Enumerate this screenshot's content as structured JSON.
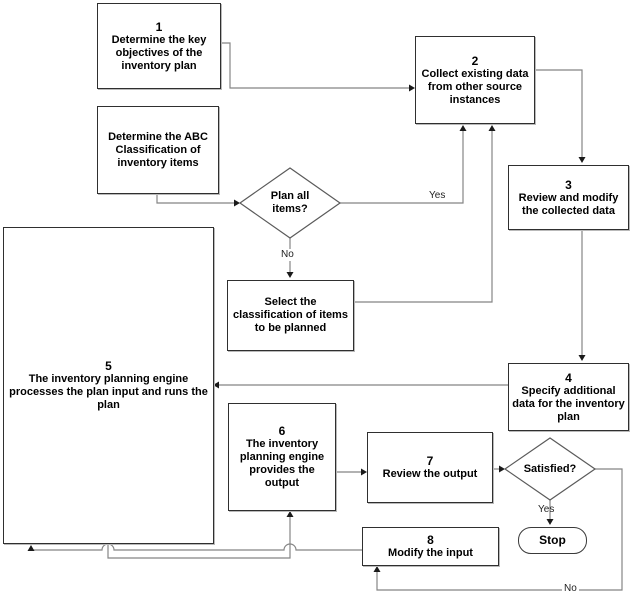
{
  "diagram": {
    "nodes": {
      "step1": {
        "number": "1",
        "label": "Determine the key objectives of the inventory plan"
      },
      "step2": {
        "number": "2",
        "label": "Collect existing data from other source instances"
      },
      "abc": {
        "label": "Determine the ABC Classification of inventory items"
      },
      "plan_all_items": {
        "label": "Plan all items?"
      },
      "step3": {
        "number": "3",
        "label": "Review and modify the collected data"
      },
      "select_classification": {
        "label": "Select the classification of items to be planned"
      },
      "step5": {
        "number": "5",
        "label": "The inventory planning engine processes the plan input and runs the plan"
      },
      "step4": {
        "number": "4",
        "label": "Specify additional data for the inventory plan"
      },
      "step6": {
        "number": "6",
        "label": "The inventory planning engine provides the output"
      },
      "step7": {
        "number": "7",
        "label": "Review the output"
      },
      "satisfied": {
        "label": "Satisfied?"
      },
      "step8": {
        "number": "8",
        "label": "Modify the input"
      },
      "stop": {
        "label": "Stop"
      }
    },
    "edge_labels": {
      "plan_all_yes": "Yes",
      "plan_all_no": "No",
      "satisfied_yes": "Yes",
      "satisfied_no": "No"
    },
    "colors": {
      "connector": "#858585",
      "arrowhead": "#1a1a1a",
      "node_border": "#2f2f2f",
      "background": "#ffffff",
      "text": "#000000"
    }
  }
}
